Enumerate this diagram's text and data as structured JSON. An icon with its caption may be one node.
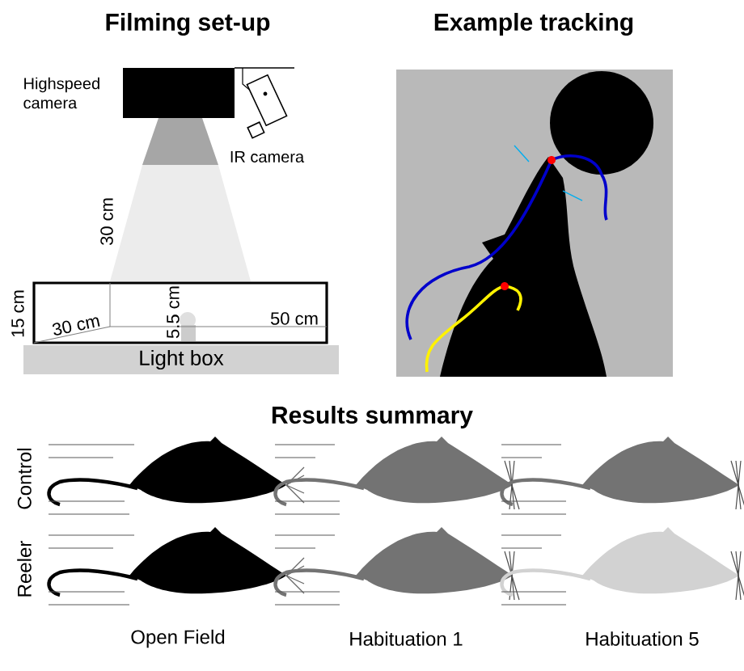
{
  "diagram": {
    "nodes": [
      {
        "text": [
          "Highspeed camera"
        ]
      },
      {
        "text": [
          "Light box"
        ]
      }
    ],
    "labels": [
      "Filming set-up",
      "Example tracking",
      "IR camera",
      "30 cm",
      "15 cm",
      "30 cm",
      "5.5 cm",
      "50 cm",
      "Results summary",
      "Control",
      "Reeler",
      "Open Field",
      "Habituation 1",
      "Habituation 5"
    ]
  }
}
